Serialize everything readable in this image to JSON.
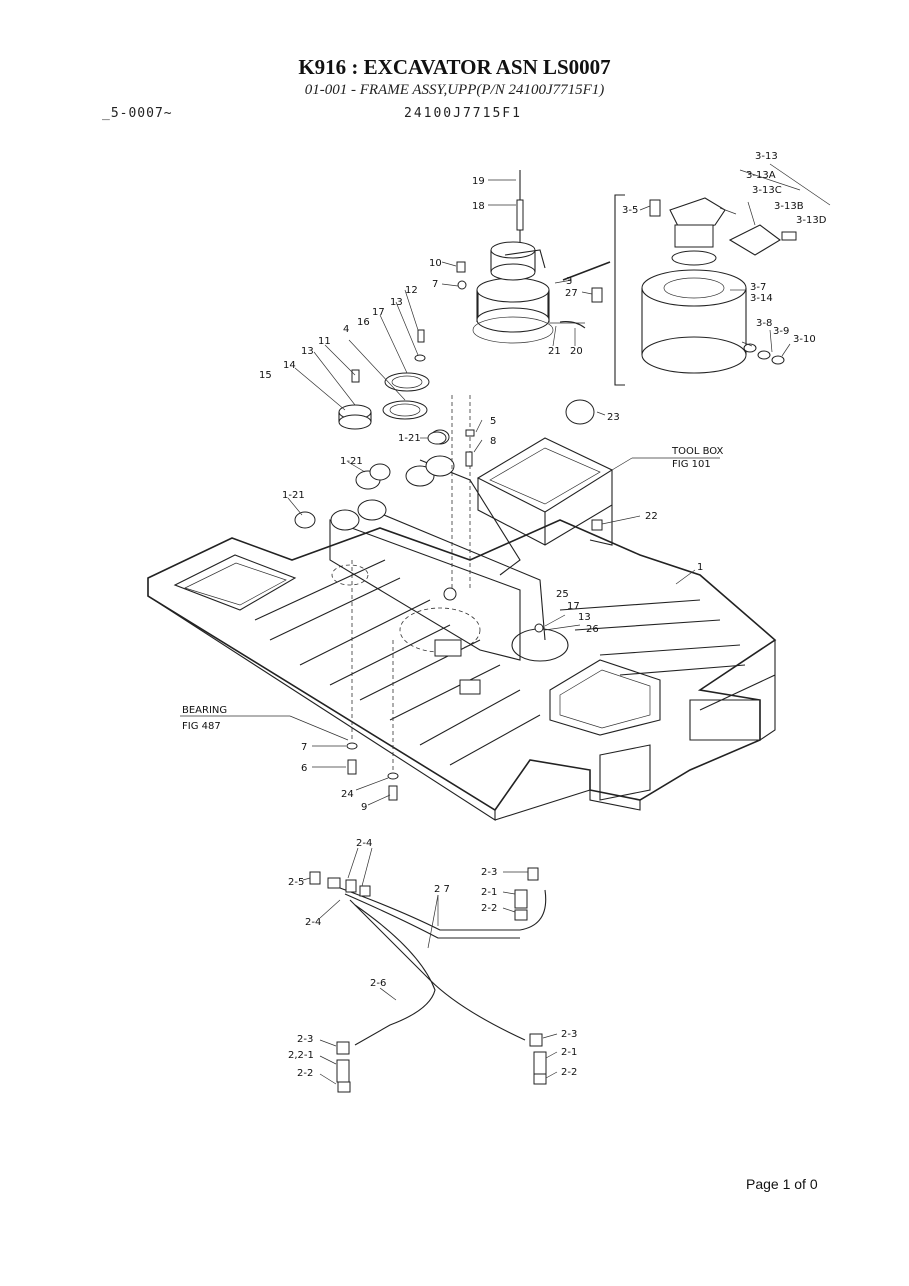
{
  "header": {
    "title": "K916 : EXCAVATOR ASN LS0007",
    "subtitle": "01-001 - FRAME ASSY,UPP(P/N 24100J7715F1)",
    "serial_range": "_5-0007~",
    "part_number": "24100J7715F1"
  },
  "footer": {
    "page": "Page 1 of 0"
  },
  "callouts": {
    "c1": "1",
    "c1_21a": "1-21",
    "c1_21b": "1-21",
    "c1_21c": "1-21",
    "c2_1a": "2-1",
    "c2_1b": "2-1",
    "c2_2_1": "2,2-1",
    "c2_2a": "2-2",
    "c2_2b": "2-2",
    "c2_2c": "2-2",
    "c2_3a": "2-3",
    "c2_3b": "2-3",
    "c2_3c": "2-3",
    "c2_4a": "2-4",
    "c2_4b": "2-4",
    "c2_5": "2-5",
    "c2_6": "2-6",
    "c2_7": "2 7",
    "c3": "3",
    "c3_5": "3-5",
    "c3_7": "3-7",
    "c3_8": "3-8",
    "c3_9": "3-9",
    "c3_10": "3-10",
    "c3_13": "3-13",
    "c3_13a": "3-13A",
    "c3_13b": "3-13B",
    "c3_13c": "3-13C",
    "c3_13d": "3-13D",
    "c3_14": "3-14",
    "c5": "5",
    "c6": "6",
    "c7a": "7",
    "c7b": "7",
    "c8": "8",
    "c9": "9",
    "c10": "10",
    "c11": "11",
    "c12": "12",
    "c13a": "13",
    "c13b": "13",
    "c13c": "13",
    "c14": "14",
    "c15": "15",
    "c16": "16",
    "c17a": "17",
    "c17b": "17",
    "c18": "18",
    "c19": "19",
    "c20": "20",
    "c21": "21",
    "c22": "22",
    "c23": "23",
    "c24": "24",
    "c25": "25",
    "c26": "26",
    "c27": "27",
    "toolbox_label": "TOOL BOX",
    "toolbox_fig": "FIG 101",
    "bearing_label": "BEARING",
    "bearing_fig": "FIG 487"
  }
}
